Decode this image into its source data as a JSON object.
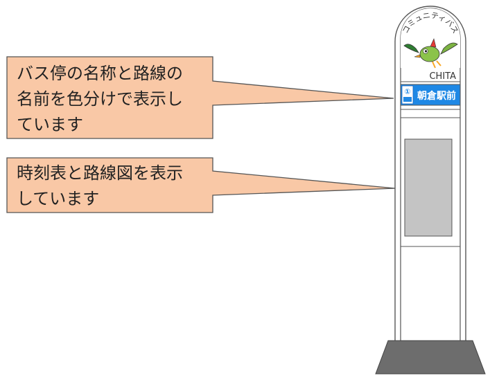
{
  "callouts": [
    {
      "lines": [
        "バス停の名称と路線の",
        "名前を色分けで表示し",
        "ています"
      ],
      "fill": "#f9c8a6"
    },
    {
      "lines": [
        "時刻表と路線図を表示",
        "しています"
      ],
      "fill": "#f9c8a6"
    }
  ],
  "sign": {
    "arc_text": "コミュニティバス",
    "brand_text": "CHITA",
    "route_number": "①",
    "route_name": "朝倉駅前",
    "route_color": "#1e88e5",
    "base_color": "#6d6d6d",
    "panel_color": "#c4c4c4"
  },
  "icons": [
    "mascot-bird-icon",
    "route-number-badge-icon"
  ]
}
